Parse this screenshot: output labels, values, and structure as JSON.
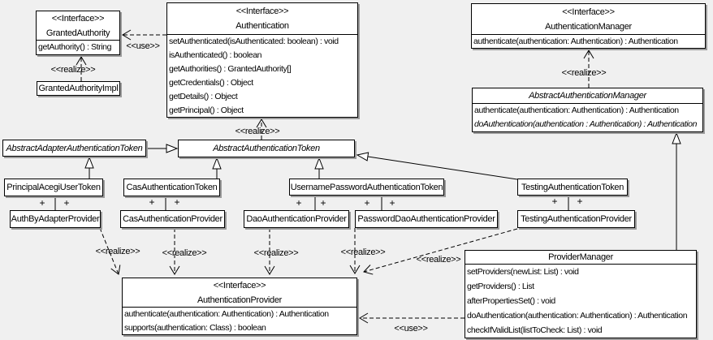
{
  "canvas": {
    "background_color": "#f0f0f0",
    "box_background": "#ffffff",
    "border_color": "#000000",
    "shadow_color": "#9b9b9b"
  },
  "boxes": {
    "granted_authority": {
      "stereotype": "<<Interface>>",
      "name": "GrantedAuthority",
      "methods": [
        "getAuthority() : String"
      ]
    },
    "granted_authority_impl": {
      "name": "GrantedAuthorityImpl"
    },
    "authentication": {
      "stereotype": "<<Interface>>",
      "name": "Authentication",
      "methods": [
        "setAuthenticated(isAuthenticated: boolean) : void",
        "isAuthenticated() : boolean",
        "getAuthorities() : GrantedAuthority[]",
        "getCredentials() : Object",
        "getDetails() : Object",
        "getPrincipal() : Object"
      ]
    },
    "authentication_manager": {
      "stereotype": "<<Interface>>",
      "name": "AuthenticationManager",
      "methods": [
        "authenticate(authentication: Authentication) : Authentication"
      ]
    },
    "abstract_authentication_manager": {
      "name": "AbstractAuthenticationManager",
      "methods": [
        "authenticate(authentication: Authentication) : Authentication",
        "doAuthentication(authentication : Authentication) : Authentication"
      ]
    },
    "abstract_adapter_authentication_token": {
      "name": "AbstractAdapterAuthenticationToken"
    },
    "abstract_authentication_token": {
      "name": "AbstractAuthenticationToken"
    },
    "principal_acegi_user_token": {
      "name": "PrincipalAcegiUserToken"
    },
    "cas_authentication_token": {
      "name": "CasAuthenticationToken"
    },
    "username_password_authentication_token": {
      "name": "UsernamePasswordAuthenticationToken"
    },
    "testing_authentication_token": {
      "name": "TestingAuthenticationToken"
    },
    "auth_by_adapter_provider": {
      "name": "AuthByAdapterProvider"
    },
    "cas_authentication_provider": {
      "name": "CasAuthenticationProvider"
    },
    "dao_authentication_provider": {
      "name": "DaoAuthenticationProvider"
    },
    "password_dao_authentication_provider": {
      "name": "PasswordDaoAuthenticationProvider"
    },
    "testing_authentication_provider": {
      "name": "TestingAuthenticationProvider"
    },
    "authentication_provider": {
      "stereotype": "<<Interface>>",
      "name": "AuthenticationProvider",
      "methods": [
        "authenticate(authentication: Authentication) : Authentication",
        "supports(authentication: Class) : boolean"
      ]
    },
    "provider_manager": {
      "name": "ProviderManager",
      "methods": [
        "setProviders(newList: List) : void",
        "getProviders() : List",
        "afterPropertiesSet() : void",
        "doAuthentication(authentication: Authentication) : Authentication",
        "checkIfValidList(listToCheck: List) : void"
      ]
    }
  },
  "labels": {
    "use_authentication_granted_authority": "<<use>>",
    "realize_granted_authority_impl": "<<realize>>",
    "realize_abstract_token_authentication": "<<realize>>",
    "realize_abstract_authentication_manager": "<<realize>>",
    "realize_auth_by_adapter_provider": "<<realize>>",
    "realize_cas_provider": "<<realize>>",
    "realize_dao_provider": "<<realize>>",
    "realize_password_dao_provider": "<<realize>>",
    "realize_testing_provider": "<<realize>>",
    "use_provider_manager": "<<use>>",
    "plus": "+"
  }
}
